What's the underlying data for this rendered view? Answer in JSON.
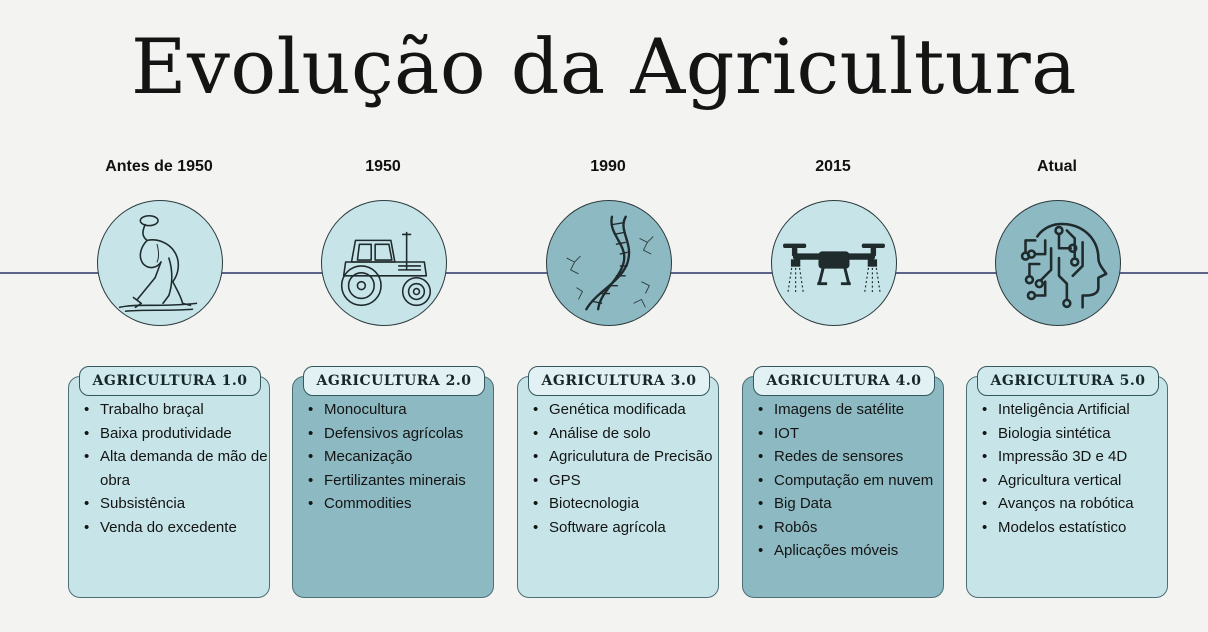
{
  "title": "Evolução da Agricultura",
  "colors": {
    "line": "#5c6288",
    "light_fill": "#c7e5e9",
    "dark_fill": "#8db9c2",
    "label_fill": "#cfe9ec"
  },
  "eras": [
    {
      "year": "Antes de 1950",
      "label": "AGRICULTURA 1.0",
      "icon": "farmer-hoeing-icon",
      "items": [
        "Trabalho braçal",
        "Baixa produtividade",
        "Alta demanda de mão de obra",
        "Subsistência",
        "Venda do excedente"
      ]
    },
    {
      "year": "1950",
      "label": "AGRICULTURA 2.0",
      "icon": "tractor-icon",
      "items": [
        "Monocultura",
        "Defensivos agrícolas",
        "Mecanização",
        "Fertilizantes minerais",
        "Commodities"
      ]
    },
    {
      "year": "1990",
      "label": "AGRICULTURA 3.0",
      "icon": "dna-helix-icon",
      "items": [
        "Genética modificada",
        "Análise de solo",
        "Agriculutura de Precisão",
        "GPS",
        "Biotecnologia",
        "Software agrícola"
      ]
    },
    {
      "year": "2015",
      "label": "AGRICULTURA 4.0",
      "icon": "spray-drone-icon",
      "items": [
        "Imagens de satélite",
        "IOT",
        "Redes de sensores",
        "Computação em nuvem",
        "Big Data",
        "Robôs",
        "Aplicações móveis"
      ]
    },
    {
      "year": "Atual",
      "label": "AGRICULTURA 5.0",
      "icon": "ai-head-circuit-icon",
      "items": [
        "Inteligência Artificial",
        "Biologia sintética",
        "Impressão 3D e 4D",
        "Agricultura vertical",
        "Avanços na robótica",
        "Modelos estatístico"
      ]
    }
  ]
}
